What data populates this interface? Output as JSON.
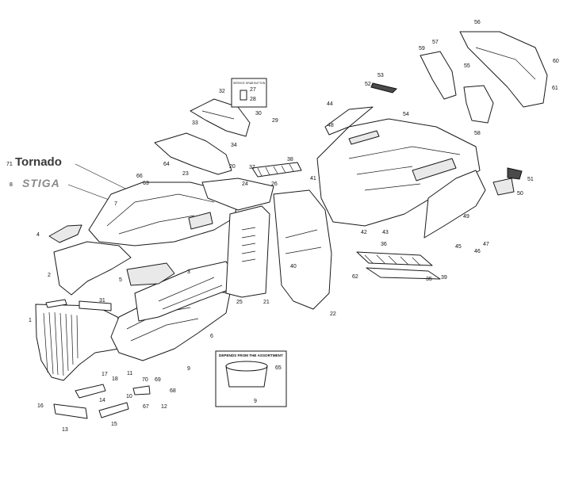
{
  "brand": {
    "model_name": "Tornado",
    "logo_text": "STIGA",
    "model_ref": "71",
    "logo_ref": "8"
  },
  "inset_top": {
    "title": "SERVICE GRAB BUTTON",
    "refs": [
      "27",
      "28"
    ]
  },
  "inset_bottom": {
    "title": "DEPENDS FROM THE ASSORTMENT",
    "refs": [
      "65",
      "9"
    ]
  },
  "callouts": [
    {
      "n": "56"
    },
    {
      "n": "57"
    },
    {
      "n": "59"
    },
    {
      "n": "55"
    },
    {
      "n": "60"
    },
    {
      "n": "61"
    },
    {
      "n": "53"
    },
    {
      "n": "52"
    },
    {
      "n": "44"
    },
    {
      "n": "48"
    },
    {
      "n": "54"
    },
    {
      "n": "58"
    },
    {
      "n": "32"
    },
    {
      "n": "30"
    },
    {
      "n": "29"
    },
    {
      "n": "33"
    },
    {
      "n": "34"
    },
    {
      "n": "20"
    },
    {
      "n": "64"
    },
    {
      "n": "66"
    },
    {
      "n": "63"
    },
    {
      "n": "23"
    },
    {
      "n": "37"
    },
    {
      "n": "38"
    },
    {
      "n": "24"
    },
    {
      "n": "26"
    },
    {
      "n": "41"
    },
    {
      "n": "51"
    },
    {
      "n": "50"
    },
    {
      "n": "49"
    },
    {
      "n": "47"
    },
    {
      "n": "46"
    },
    {
      "n": "42"
    },
    {
      "n": "43"
    },
    {
      "n": "45"
    },
    {
      "n": "36"
    },
    {
      "n": "35"
    },
    {
      "n": "39"
    },
    {
      "n": "40"
    },
    {
      "n": "22"
    },
    {
      "n": "21"
    },
    {
      "n": "25"
    },
    {
      "n": "7"
    },
    {
      "n": "4"
    },
    {
      "n": "2"
    },
    {
      "n": "5"
    },
    {
      "n": "3"
    },
    {
      "n": "31"
    },
    {
      "n": "1"
    },
    {
      "n": "6"
    },
    {
      "n": "9"
    },
    {
      "n": "17"
    },
    {
      "n": "18"
    },
    {
      "n": "14"
    },
    {
      "n": "11"
    },
    {
      "n": "70"
    },
    {
      "n": "69"
    },
    {
      "n": "10"
    },
    {
      "n": "67"
    },
    {
      "n": "12"
    },
    {
      "n": "68"
    },
    {
      "n": "16"
    },
    {
      "n": "13"
    },
    {
      "n": "15"
    },
    {
      "n": "62"
    }
  ]
}
